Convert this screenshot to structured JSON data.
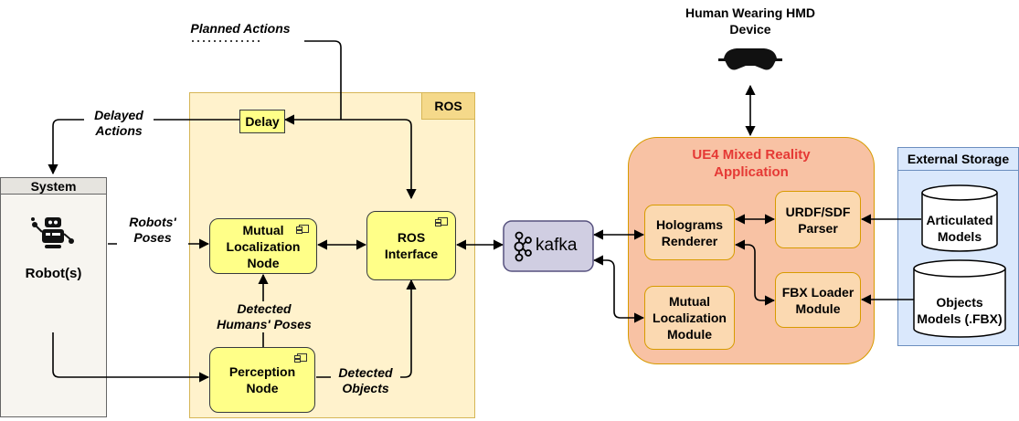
{
  "ros": {
    "label": "ROS"
  },
  "system": {
    "header": "System",
    "robot_label": "Robot(s)"
  },
  "nodes": {
    "delay": "Delay",
    "mutual_localization_node": "Mutual\nLocalization\nNode",
    "ros_interface": "ROS\nInterface",
    "perception_node": "Perception\nNode",
    "kafka": "kafka",
    "holograms_renderer": "Holograms\nRenderer",
    "urdf_sdf_parser": "URDF/SDF\nParser",
    "fbx_loader": "FBX Loader\nModule",
    "mutual_localization_module": "Mutual\nLocalization\nModule"
  },
  "ue4": {
    "title": "UE4 Mixed Reality\nApplication"
  },
  "external_storage": {
    "title": "External Storage",
    "articulated_models": "Articulated\nModels",
    "objects_models": "Objects\nModels (.FBX)"
  },
  "hmd": {
    "title": "Human Wearing HMD\nDevice"
  },
  "edge_labels": {
    "planned_actions": "Planned Actions",
    "delayed_actions": "Delayed\nActions",
    "robots_poses": "Robots'\nPoses",
    "detected_humans_poses": "Detected\nHumans' Poses",
    "detected_objects": "Detected\nObjects"
  },
  "colors": {
    "ros_fill": "#fff2cc",
    "ros_stroke": "#d6b656",
    "node_fill": "#ffff88",
    "ue4_fill": "#f8c2a4",
    "ue4_stroke": "#d79b00",
    "ue4_title": "#e53935",
    "module_fill": "#fbd9b1",
    "storage_fill": "#dae8fc",
    "storage_stroke": "#6c8ebf",
    "kafka_fill": "#d0cee2"
  }
}
